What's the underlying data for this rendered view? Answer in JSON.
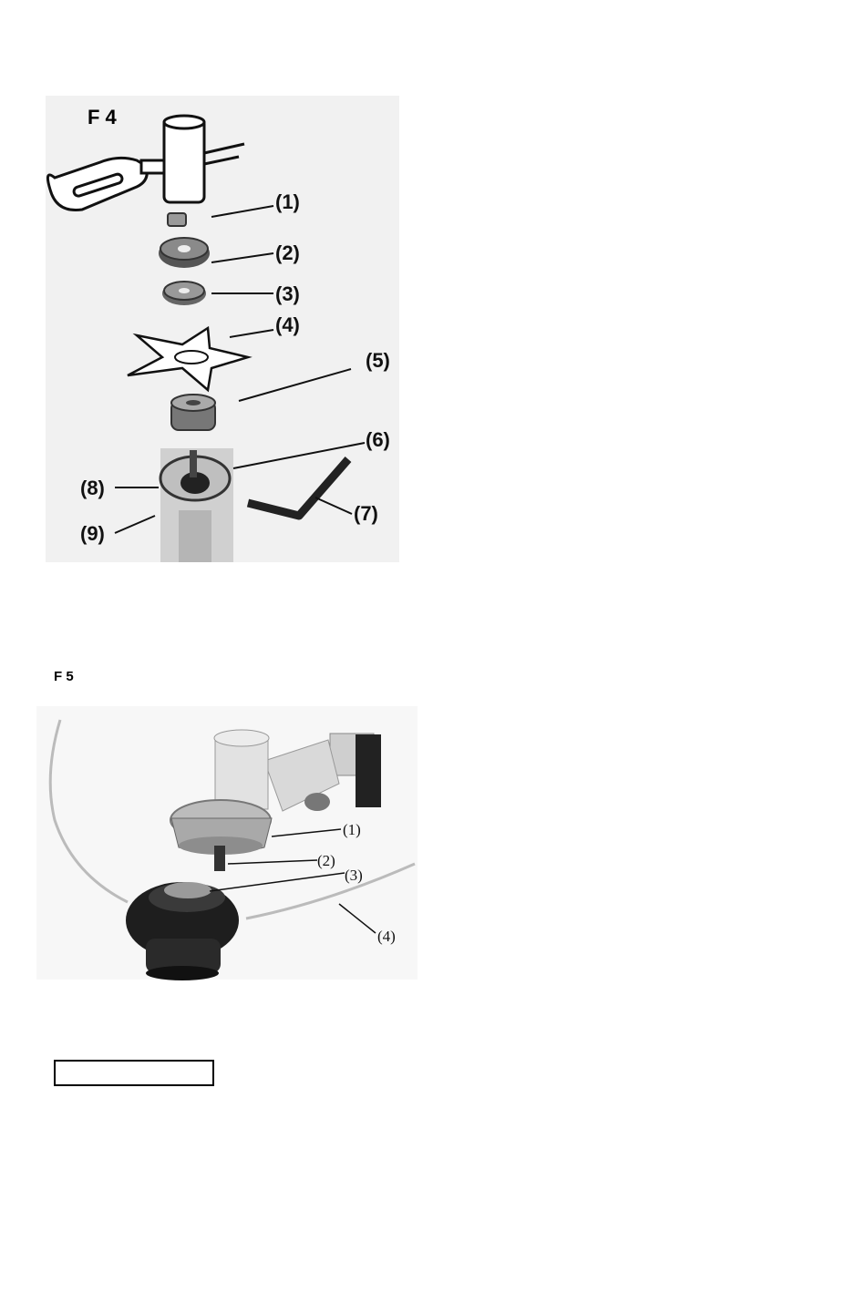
{
  "figure_f4": {
    "title": "F 4",
    "callouts": [
      "(1)",
      "(2)",
      "(3)",
      "(4)",
      "(5)",
      "(6)",
      "(7)",
      "(8)",
      "(9)"
    ]
  },
  "figure_f5": {
    "title": "F 5",
    "callouts": [
      "(1)",
      "(2)",
      "(3)",
      "(4)"
    ]
  },
  "colors": {
    "ink": "#111111",
    "metal_light": "#c9c9c9",
    "metal_dark": "#3a3a3a",
    "background_panel": "#f1f1f1"
  }
}
